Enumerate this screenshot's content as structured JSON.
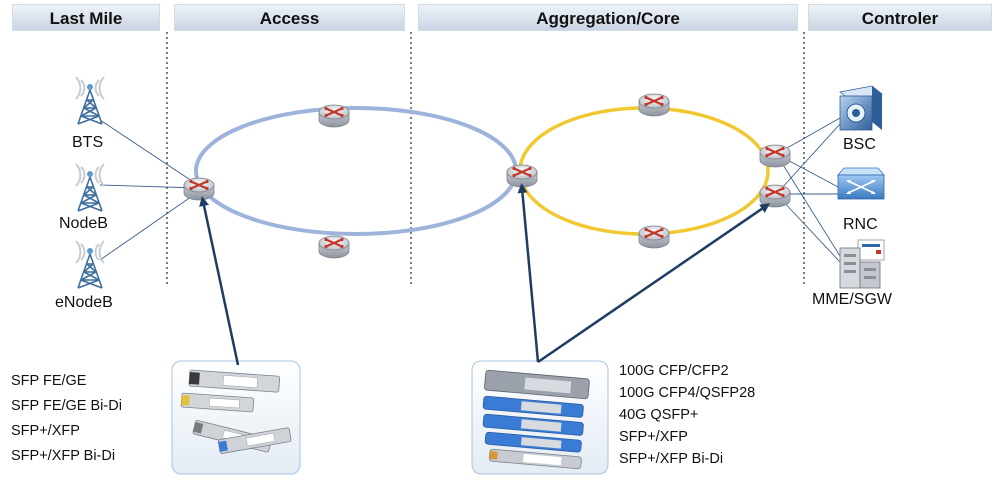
{
  "sections": {
    "last_mile": "Last Mile",
    "access": "Access",
    "aggregation_core": "Aggregation/Core",
    "controller": "Controler"
  },
  "sites": {
    "bts": "BTS",
    "nodeb": "NodeB",
    "enodeb": "eNodeB"
  },
  "controllers": {
    "bsc": "BSC",
    "rnc": "RNC",
    "mme_sgw": "MME/SGW"
  },
  "access_modules": [
    "SFP FE/GE",
    "SFP FE/GE Bi-Di",
    "SFP+/XFP",
    "SFP+/XFP Bi-Di"
  ],
  "core_modules": [
    "100G CFP/CFP2",
    "100G CFP4/QSFP28",
    "40G QSFP+",
    "SFP+/XFP",
    "SFP+/XFP Bi-Di"
  ],
  "colors": {
    "access_ring": "#9db3dc",
    "core_ring": "#f2c832",
    "arrow": "#1f3d63",
    "header_top": "#eef3f8",
    "header_bottom": "#c9d5e3"
  }
}
